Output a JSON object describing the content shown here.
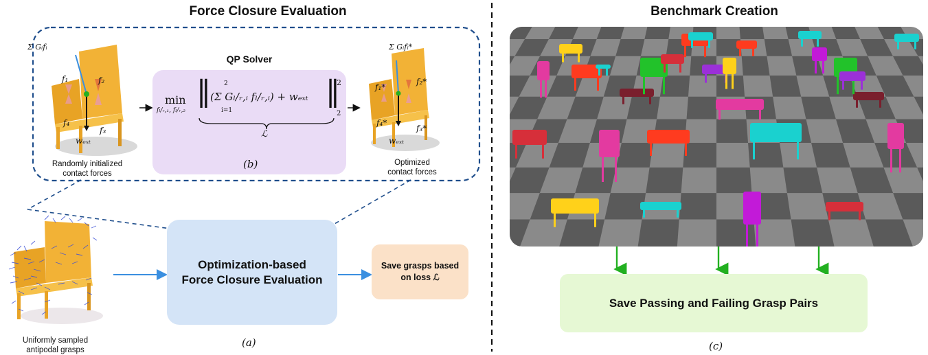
{
  "left_panel": {
    "title": "Force Closure Evaluation",
    "qp_solver_label": "QP Solver",
    "chair_random_caption": "Randomly initialized\ncontact forces",
    "chair_optimized_caption": "Optimized\ncontact forces",
    "sampled_caption": "Uniformly sampled\nantipodal grasps",
    "optimization_box": "Optimization-based\nForce Closure Evaluation",
    "save_box": "Save grasps based\non loss ℒ",
    "label_b": "(b)",
    "label_a": "(a)",
    "force_labels": {
      "f1": "f₁",
      "f2": "f₂",
      "f3": "f₃",
      "f4": "f₄",
      "f1s": "f₁*",
      "f2s": "f₂*",
      "f3s": "f₃*",
      "f4s": "f₄*",
      "wext": "wₑₓₜ",
      "sum_top": "Σ Gᵢfᵢ",
      "sum_top_star": "Σ Gᵢfᵢ*"
    },
    "formula": {
      "min": "min",
      "min_sub": "fₗ/ᵣ,₁, fₗ/ᵣ,₂",
      "body": "(Σ Gₗ/ᵣ,ᵢ fₗ/ᵣ,ᵢ) + wₑₓₜ",
      "sum_upper": "2",
      "sum_lower": "i=1",
      "exp": "2",
      "norm_sub": "2",
      "brace_label": "ℒ"
    }
  },
  "right_panel": {
    "title": "Benchmark Creation",
    "save_box": "Save Passing and Failing Grasp Pairs",
    "label_c": "(c)"
  },
  "colors": {
    "purple_box": "#eadcf6",
    "blue_box": "#d4e4f7",
    "orange_box": "#fbe1c8",
    "green_box": "#e6f8d4",
    "dashed_blue": "#1f4e8c",
    "arrow_blue": "#3a8fe0",
    "arrow_green": "#22b020",
    "chair_orange": "#f2b236"
  }
}
